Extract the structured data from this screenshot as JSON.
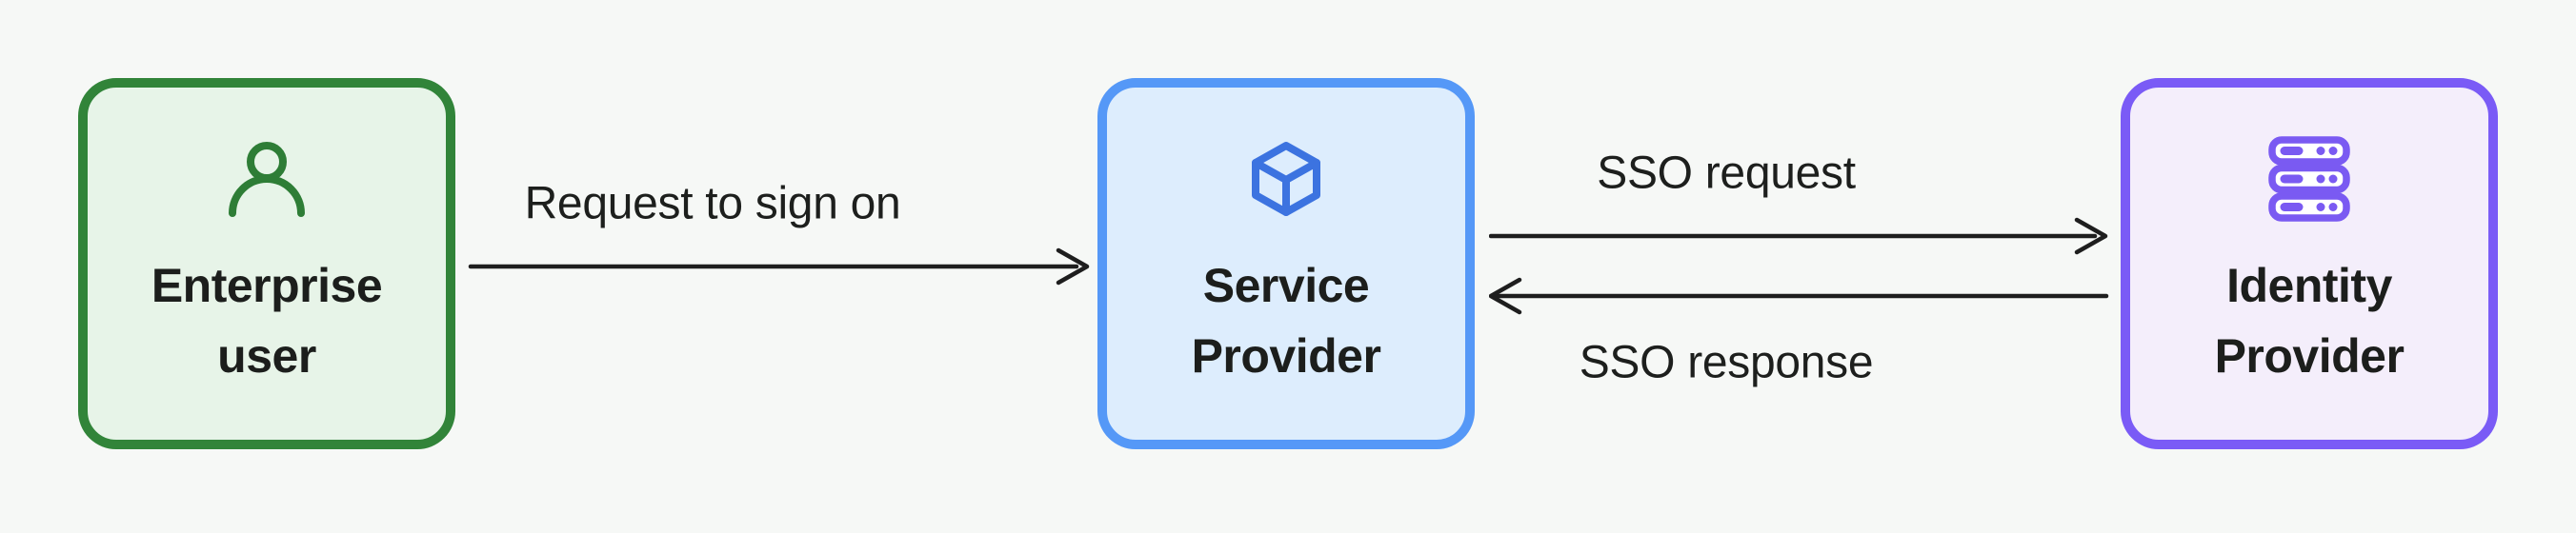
{
  "diagram": {
    "type": "flow-diagram",
    "topic": "SSO sign-on flow",
    "colors": {
      "background": "#f6f8f6",
      "text": "#1c1e1c",
      "arrow": "#1e1e1e",
      "enterprise_user_border": "#318439",
      "enterprise_user_fill": "#e7f4e8",
      "enterprise_user_icon": "#2e7d36",
      "service_provider_border": "#5598f7",
      "service_provider_fill": "#ddedfd",
      "service_provider_icon": "#3c73e0",
      "identity_provider_border": "#7a5bf6",
      "identity_provider_fill": "#f4eefb",
      "identity_provider_icon": "#7a5af2"
    },
    "nodes": [
      {
        "name": "enterprise-user",
        "icon": "user-icon",
        "label": "Enterprise user",
        "label_lines": [
          "Enterprise",
          "user"
        ]
      },
      {
        "name": "service-provider",
        "icon": "cube-icon",
        "label": "Service Provider",
        "label_lines": [
          "Service",
          "Provider"
        ]
      },
      {
        "name": "identity-provider",
        "icon": "server-icon",
        "label": "Identity Provider",
        "label_lines": [
          "Identity",
          "Provider"
        ]
      }
    ],
    "edges": [
      {
        "name": "request-to-sign-on",
        "label": "Request to sign on",
        "from": "enterprise-user",
        "to": "service-provider",
        "direction": "right"
      },
      {
        "name": "sso-request",
        "label": "SSO request",
        "from": "service-provider",
        "to": "identity-provider",
        "direction": "right"
      },
      {
        "name": "sso-response",
        "label": "SSO response",
        "from": "identity-provider",
        "to": "service-provider",
        "direction": "left"
      }
    ]
  }
}
